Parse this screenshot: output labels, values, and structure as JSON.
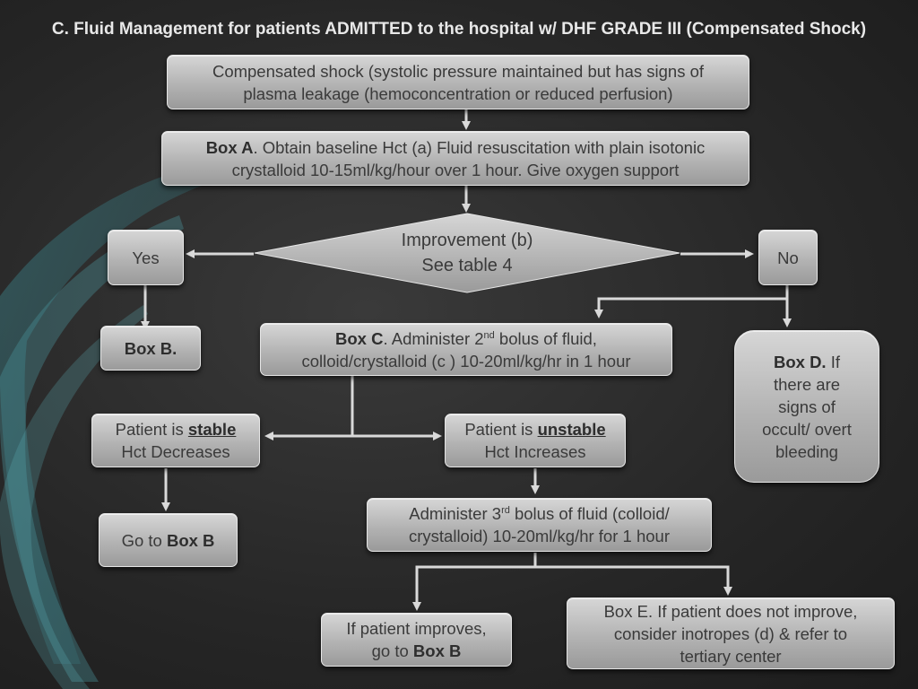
{
  "title": "C. Fluid Management for patients ADMITTED to the hospital w/ DHF GRADE III (Compensated Shock)",
  "nodes": {
    "compensated_shock": {
      "line1": "Compensated shock (systolic pressure maintained but has signs of",
      "line2": "plasma leakage (hemoconcentration or reduced perfusion)"
    },
    "box_a": {
      "bold": "Box A",
      "line1_rest": ". Obtain baseline Hct (a) Fluid resuscitation with plain isotonic",
      "line2": "crystalloid 10-15ml/kg/hour over 1 hour. Give oxygen support"
    },
    "improvement": {
      "line1": "Improvement (b)",
      "line2": "See table 4"
    },
    "yes": "Yes",
    "no": "No",
    "box_b": "Box B.",
    "box_c": {
      "bold": "Box C",
      "line1_a": ". Administer 2",
      "sup": "nd",
      "line1_b": " bolus of fluid,",
      "line2": "colloid/crystalloid (c ) 10-20ml/kg/hr in 1 hour"
    },
    "box_d": {
      "bold": "Box D.",
      "text_a": " If",
      "line2": "there are",
      "line3": "signs of",
      "line4": "occult/ overt",
      "line5": "bleeding"
    },
    "stable": {
      "prefix": "Patient is ",
      "keyword": "stable",
      "line2": "Hct Decreases"
    },
    "unstable": {
      "prefix": "Patient is ",
      "keyword": "unstable",
      "line2": "Hct Increases"
    },
    "goto_b": {
      "prefix": "Go to ",
      "bold": "Box B"
    },
    "third_bolus": {
      "line1_a": "Administer 3",
      "sup": "rd",
      "line1_b": " bolus of fluid (colloid/",
      "line2": "crystalloid) 10-20ml/kg/hr for 1 hour"
    },
    "improves": {
      "line1": "If patient improves,",
      "line2_prefix": "go to ",
      "line2_bold": "Box B"
    },
    "box_e": {
      "line1": "Box E. If patient does not improve,",
      "line2": "consider inotropes (d) & refer to",
      "line3": "tertiary center"
    }
  },
  "colors": {
    "background": "#2b2b2b",
    "box_fill": "#b8b8b8",
    "text": "#3a3a3a",
    "title": "#e8e8e8",
    "arrow": "#d9d9d9",
    "swoosh": "#3f7e88"
  }
}
